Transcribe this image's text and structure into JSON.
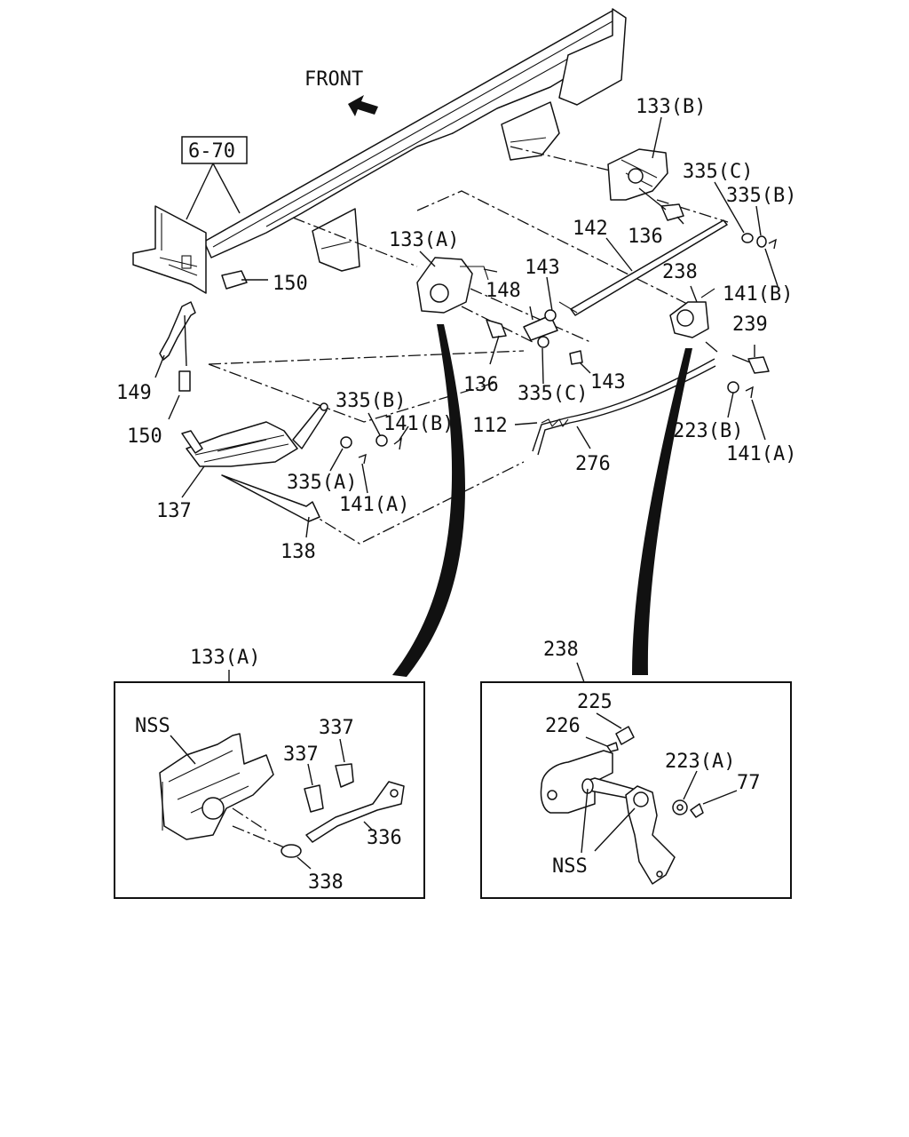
{
  "diagram": {
    "front_label": "FRONT",
    "ref_box": "6-70",
    "labels": {
      "p133B_top": "133(B)",
      "p335C_top": "335(C)",
      "p335B_top": "335(B)",
      "p142": "142",
      "p136_top": "136",
      "p133A_top": "133(A)",
      "p238_top": "238",
      "p141B_top": "141(B)",
      "p150_top": "150",
      "p143_a": "143",
      "p148": "148",
      "p239": "239",
      "p149": "149",
      "p136_mid": "136",
      "p335C_mid": "335(C)",
      "p143_b": "143",
      "p335B_mid": "335(B)",
      "p141B_mid": "141(B)",
      "p112": "112",
      "p223B": "223(B)",
      "p150_bot": "150",
      "p141A_right": "141(A)",
      "p276": "276",
      "p335A": "335(A)",
      "p137": "137",
      "p141A_mid": "141(A)",
      "p138": "138"
    },
    "detail_a": {
      "title": "133(A)",
      "nss": "NSS",
      "p337_a": "337",
      "p337_b": "337",
      "p336": "336",
      "p338": "338"
    },
    "detail_b": {
      "title": "238",
      "p225": "225",
      "p226": "226",
      "p223A": "223(A)",
      "p77": "77",
      "nss": "NSS"
    }
  }
}
